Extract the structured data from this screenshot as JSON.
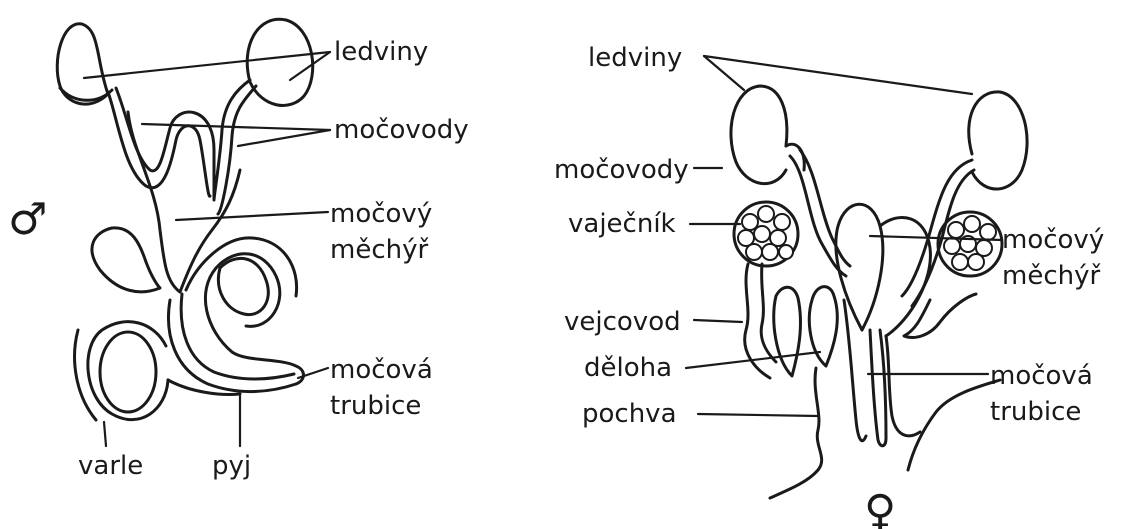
{
  "male": {
    "symbol": "♂",
    "labels": {
      "kidneys": "ledviny",
      "ureters": "močovody",
      "bladder_line1": "močový",
      "bladder_line2": "měchýř",
      "urethra_line1": "močová",
      "urethra_line2": "trubice",
      "testis": "varle",
      "penis": "pyj"
    }
  },
  "female": {
    "symbol": "♀",
    "labels": {
      "kidneys": "ledviny",
      "ureters": "močovody",
      "ovary": "vaječník",
      "oviduct": "vejcovod",
      "uterus": "děloha",
      "vagina": "pochva",
      "bladder_line1": "močový",
      "bladder_line2": "měchýř",
      "urethra_line1": "močová",
      "urethra_line2": "trubice"
    }
  }
}
